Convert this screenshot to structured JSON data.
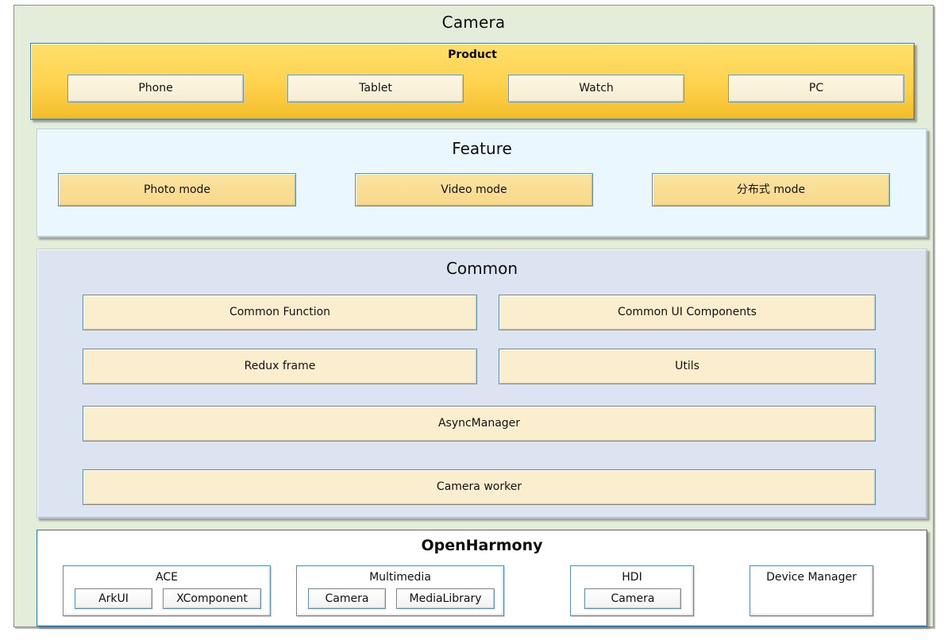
{
  "diagram": {
    "title": "Camera",
    "layers": [
      {
        "id": "product",
        "title": "Product",
        "items": [
          {
            "label": "Phone"
          },
          {
            "label": "Tablet"
          },
          {
            "label": "Watch"
          },
          {
            "label": "PC"
          }
        ]
      },
      {
        "id": "feature",
        "title": "Feature",
        "items": [
          {
            "label": "Photo mode"
          },
          {
            "label": "Video mode"
          },
          {
            "label": "分布式 mode"
          }
        ]
      },
      {
        "id": "common",
        "title": "Common",
        "items": [
          {
            "label": "Common Function"
          },
          {
            "label": "Common UI Components"
          },
          {
            "label": "Redux frame"
          },
          {
            "label": "Utils"
          },
          {
            "label": "AsyncManager"
          },
          {
            "label": "Camera worker"
          }
        ]
      },
      {
        "id": "openharmony",
        "title": "OpenHarmony",
        "groups": [
          {
            "label": "ACE",
            "children": [
              {
                "label": "ArkUI"
              },
              {
                "label": "XComponent"
              }
            ]
          },
          {
            "label": "Multimedia",
            "children": [
              {
                "label": "Camera"
              },
              {
                "label": "MediaLibrary"
              }
            ]
          },
          {
            "label": "HDI",
            "children": [
              {
                "label": "Camera"
              }
            ]
          },
          {
            "label": "Device Manager",
            "children": []
          }
        ]
      }
    ]
  },
  "colors": {
    "canvas": "#e4edda",
    "product_fill": "#ffd24d",
    "feature_fill": "#eaf7fe",
    "common_fill": "#dde4f1",
    "harmony_fill": "#ffffff",
    "accent_border": "#3f7fb0",
    "leaf_fill": "#fbeece"
  }
}
